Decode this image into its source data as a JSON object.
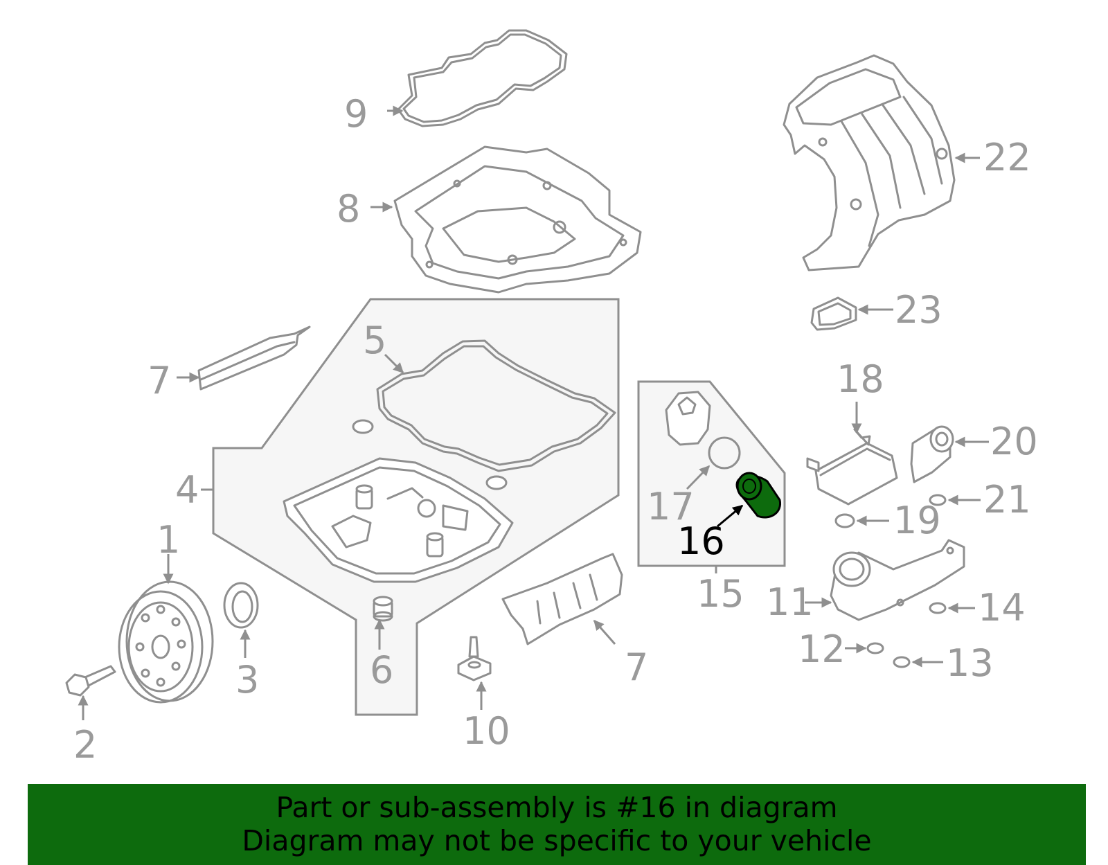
{
  "diagram": {
    "callouts": {
      "c1": "1",
      "c2": "2",
      "c3": "3",
      "c4": "4",
      "c5": "5",
      "c6": "6",
      "c7a": "7",
      "c7b": "7",
      "c8": "8",
      "c9": "9",
      "c10": "10",
      "c11": "11",
      "c12": "12",
      "c13": "13",
      "c14": "14",
      "c15": "15",
      "c16": "16",
      "c17": "17",
      "c18": "18",
      "c19": "19",
      "c20": "20",
      "c21": "21",
      "c22": "22",
      "c23": "23"
    },
    "highlighted_part": "16",
    "colors": {
      "line": "#8f8f8f",
      "label": "#9a9a9a",
      "highlight": "#0d6b0d",
      "group_fill": "#f6f6f6"
    }
  },
  "banner": {
    "line1": "Part or sub-assembly is #16 in diagram",
    "line2": "Diagram may not be specific to your vehicle",
    "background": "#0d6b0d"
  }
}
